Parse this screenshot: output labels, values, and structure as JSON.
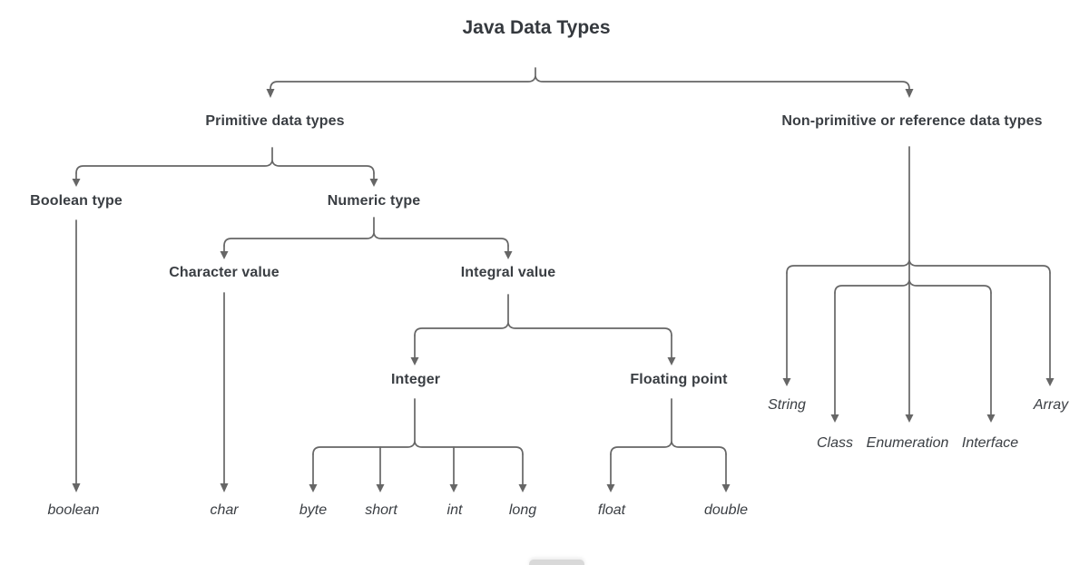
{
  "title": "Java Data Types",
  "colors": {
    "line": "#666666",
    "text": "#3a3e43",
    "background": "#ffffff",
    "bottom_tab": "#d9d9d9"
  },
  "nodes": {
    "primitive": "Primitive data types",
    "non_primitive": "Non-primitive or reference data types",
    "boolean_type": "Boolean type",
    "numeric_type": "Numeric type",
    "character_value": "Character value",
    "integral_value": "Integral value",
    "integer": "Integer",
    "floating_point": "Floating point",
    "boolean": "boolean",
    "char": "char",
    "byte": "byte",
    "short": "short",
    "int": "int",
    "long": "long",
    "float": "float",
    "double": "double",
    "string": "String",
    "class": "Class",
    "enumeration": "Enumeration",
    "interface": "Interface",
    "array": "Array"
  },
  "hierarchy": {
    "Java Data Types": {
      "Primitive data types": {
        "Boolean type": [
          "boolean"
        ],
        "Numeric type": {
          "Character value": [
            "char"
          ],
          "Integral value": {
            "Integer": [
              "byte",
              "short",
              "int",
              "long"
            ],
            "Floating point": [
              "float",
              "double"
            ]
          }
        }
      },
      "Non-primitive or reference data types": [
        "String",
        "Class",
        "Enumeration",
        "Interface",
        "Array"
      ]
    }
  }
}
